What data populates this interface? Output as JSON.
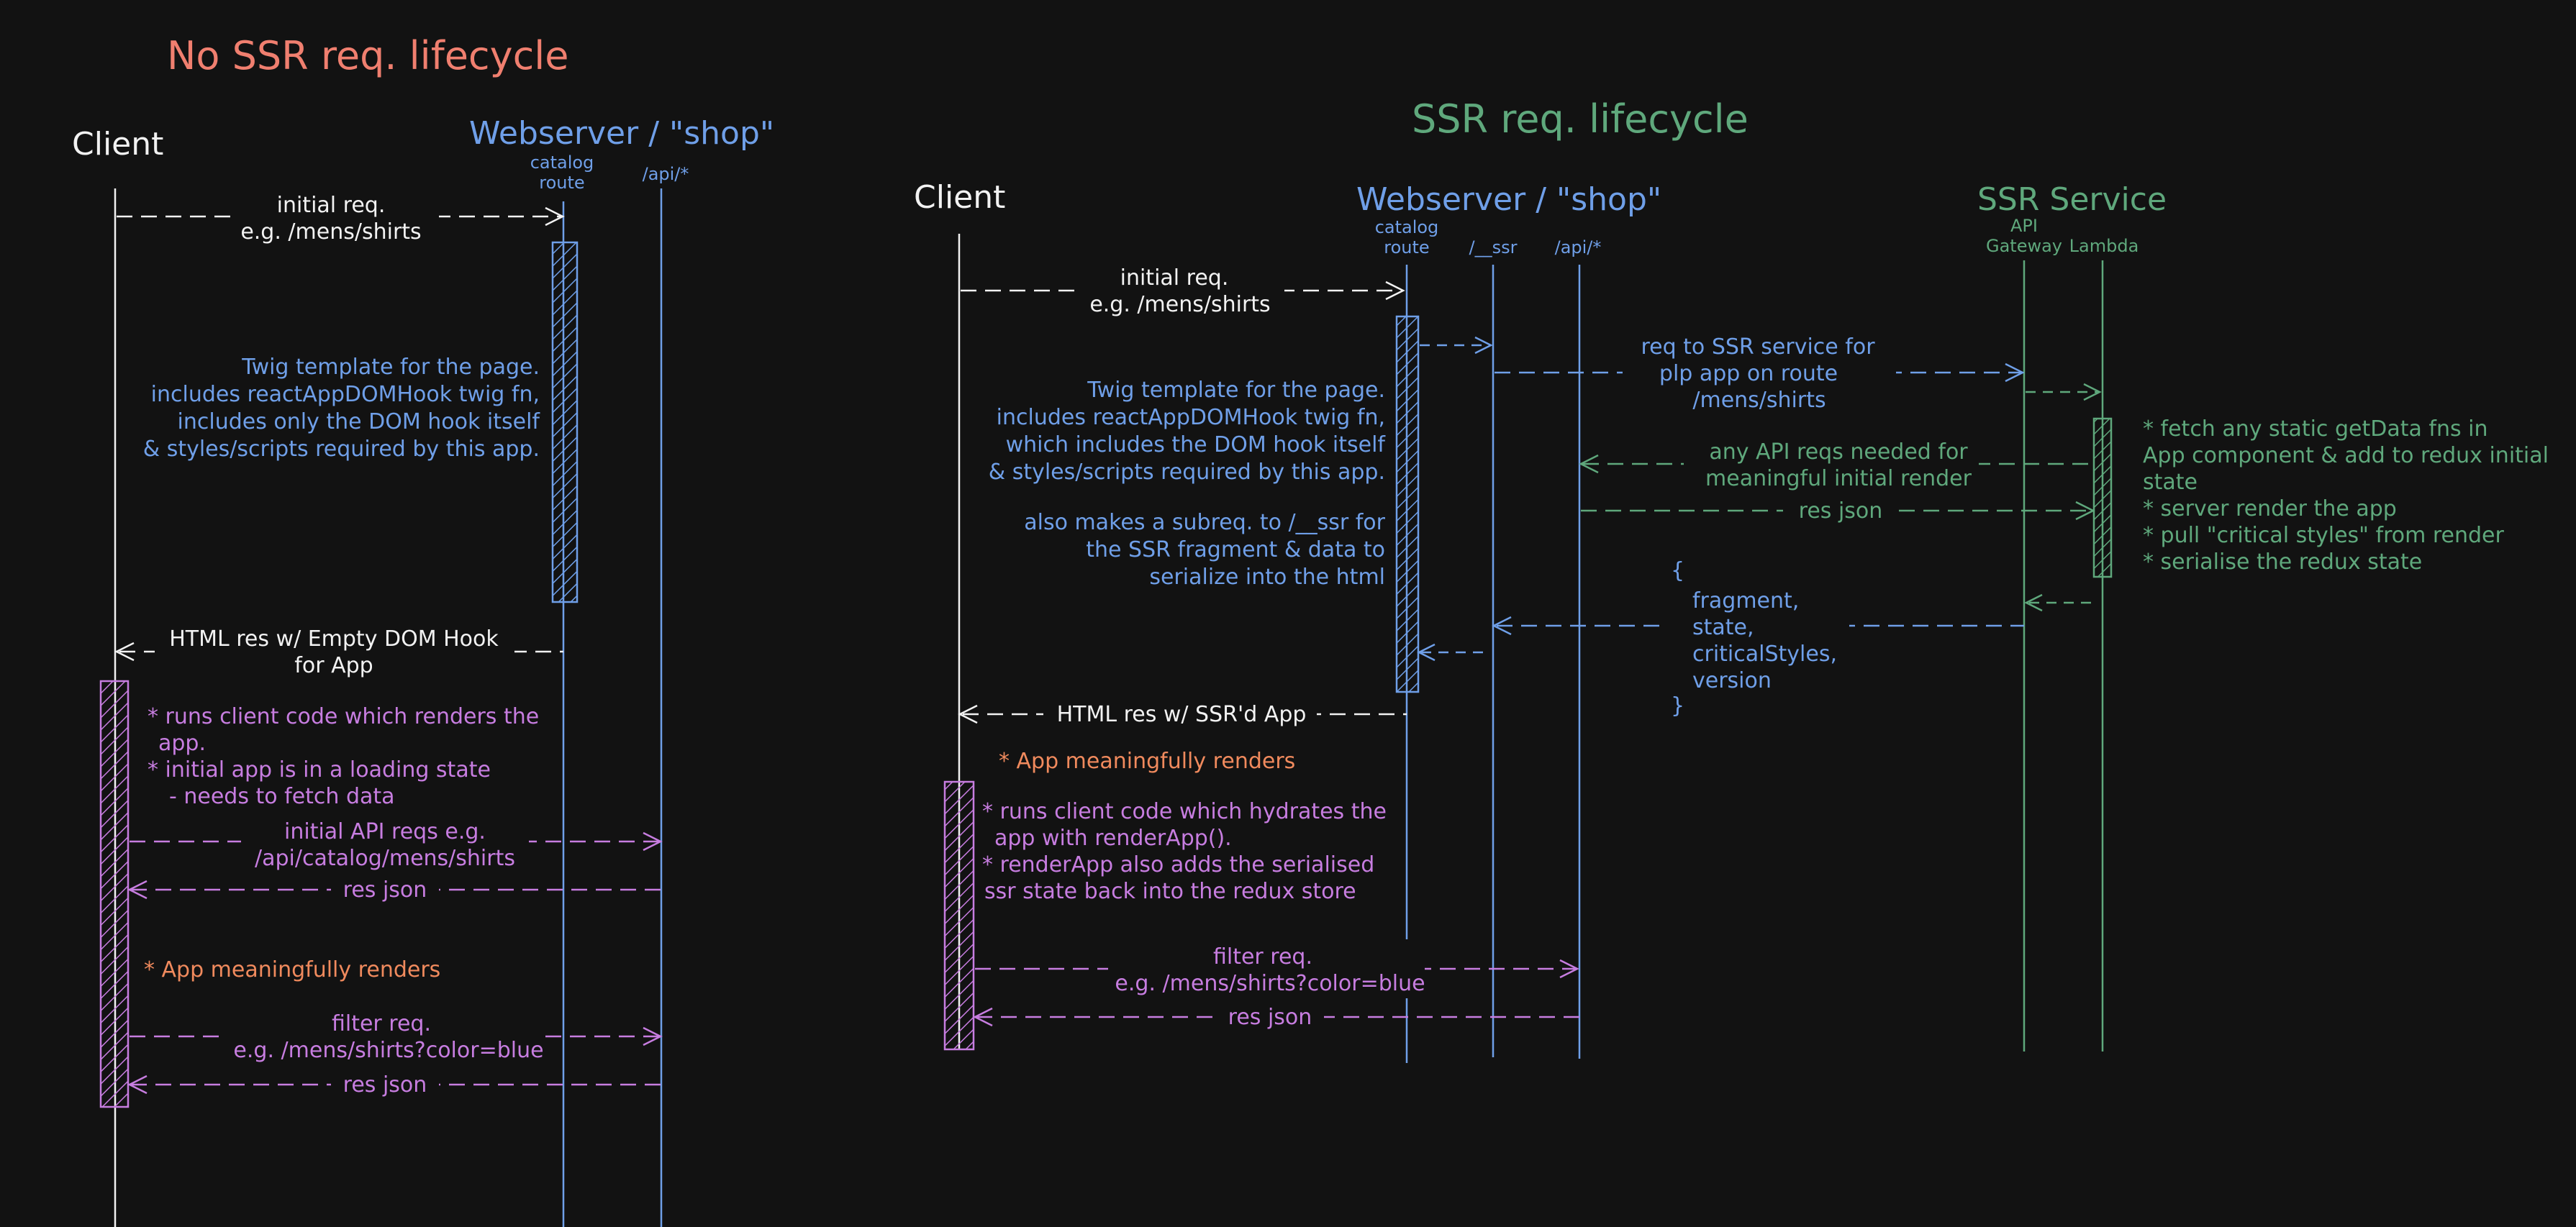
{
  "colors": {
    "background": "#121212",
    "white": "#f2f2f2",
    "blue": "#6f9fe8",
    "green": "#5fa87c",
    "purple": "#c77de0",
    "orange": "#f08a5d",
    "salmon": "#f07f6f"
  },
  "left": {
    "title": "No SSR req. lifecycle",
    "client": "Client",
    "webserver": "Webserver / \"shop\"",
    "catalog_route": [
      "catalog",
      "route"
    ],
    "api": "/api/*",
    "initial_req": [
      "initial req.",
      "e.g. /mens/shirts"
    ],
    "twig_note": [
      "Twig template for the page.",
      "includes reactAppDOMHook twig fn,",
      "includes only the DOM hook itself",
      "& styles/scripts required by this app."
    ],
    "html_res": [
      "HTML res w/ Empty DOM Hook",
      "for App"
    ],
    "client_note": [
      "* runs client code which renders the",
      "app.",
      "* initial app is in a loading state",
      "- needs to fetch data"
    ],
    "api_req": [
      "initial API reqs e.g.",
      "/api/catalog/mens/shirts"
    ],
    "res_json": "res json",
    "meaningful": "* App meaningfully renders",
    "filter_req": [
      "filter req.",
      "e.g. /mens/shirts?color=blue"
    ],
    "res_json_2": "res json"
  },
  "right": {
    "title": "SSR req. lifecycle",
    "client": "Client",
    "webserver": "Webserver / \"shop\"",
    "catalog_route": [
      "catalog",
      "route"
    ],
    "ssr_path": "/__ssr",
    "api": "/api/*",
    "ssr_service": "SSR Service",
    "api_gateway": [
      "API",
      "Gateway"
    ],
    "lambda": "Lambda",
    "initial_req": [
      "initial req.",
      "e.g. /mens/shirts"
    ],
    "twig_note": [
      "Twig template for the page.",
      "includes reactAppDOMHook twig fn,",
      "which includes the DOM hook itself",
      "& styles/scripts required by this app."
    ],
    "subreq_note": [
      "also makes a subreq. to /__ssr for",
      "the SSR fragment & data to",
      "serialize into the html"
    ],
    "ssr_req": [
      "req to SSR service for",
      "plp app on route",
      "/mens/shirts"
    ],
    "api_reqs": [
      "any API reqs needed for",
      "meaningful initial render"
    ],
    "res_json": "res json",
    "lambda_note": [
      "* fetch any static getData fns in",
      "App component & add to redux initial",
      "state",
      "* server render the app",
      "* pull \"critical styles\" from render",
      "* serialise the redux state"
    ],
    "payload": [
      "{",
      "fragment,",
      "state,",
      "criticalStyles,",
      "version",
      "}"
    ],
    "html_res": "HTML res w/ SSR'd App",
    "meaningful": "* App meaningfully renders",
    "client_note": [
      "* runs client code which hydrates the",
      "app with renderApp().",
      "* renderApp also adds the serialised",
      "ssr state back into the redux store"
    ],
    "filter_req": [
      "filter req.",
      "e.g. /mens/shirts?color=blue"
    ],
    "res_json_2": "res json"
  }
}
